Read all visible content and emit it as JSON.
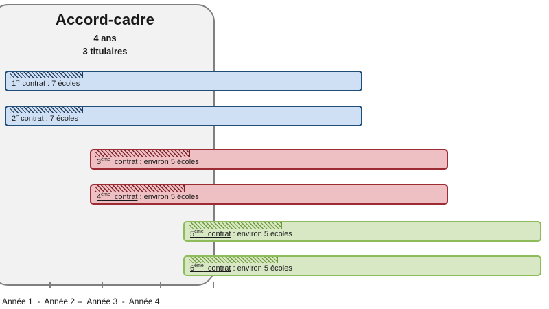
{
  "frame": {
    "title": "Accord-cadre",
    "duration": "4 ans",
    "holders": "3 titulaires"
  },
  "contracts": [
    {
      "num": "1",
      "sup": "er",
      "word": " contrat",
      "sep": " :",
      "desc": " 7 écoles",
      "color": "#cfe0f5"
    },
    {
      "num": "2",
      "sup": "e",
      "word": " contrat",
      "sep": " :",
      "desc": " 7 écoles",
      "color": "#cfe0f5"
    },
    {
      "num": "3",
      "sup": "ème",
      "word": "  contrat",
      "sep": " :",
      "desc": " environ 5 écoles",
      "color": "#efc0c3"
    },
    {
      "num": "4",
      "sup": "ème",
      "word": "  contrat",
      "sep": " :",
      "desc": " environ 5 écoles",
      "color": "#efc0c3"
    },
    {
      "num": "5",
      "sup": "ème",
      "word": "  contrat",
      "sep": " :",
      "desc": " environ 5 écoles",
      "color": "#d8e8c4"
    },
    {
      "num": "6",
      "sup": "ème",
      "word": "  contrat",
      "sep": " :",
      "desc": " environ 5 écoles",
      "color": "#d8e8c4"
    }
  ],
  "axis": {
    "label": "Année 1  -  Année 2 --  Année 3  -  Année 4"
  }
}
